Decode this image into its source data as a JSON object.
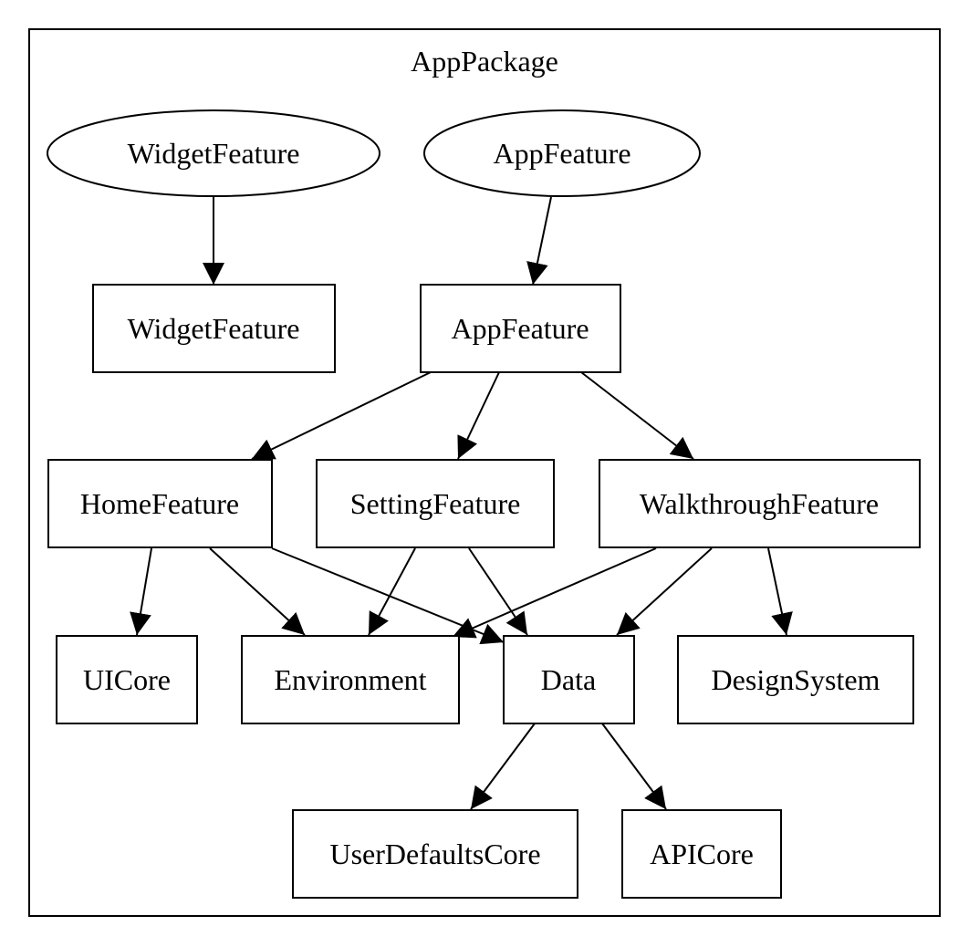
{
  "cluster": {
    "label": "AppPackage"
  },
  "nodes": {
    "widget_feature_product": {
      "label": "WidgetFeature",
      "shape": "ellipse"
    },
    "app_feature_product": {
      "label": "AppFeature",
      "shape": "ellipse"
    },
    "widget_feature": {
      "label": "WidgetFeature",
      "shape": "box"
    },
    "app_feature": {
      "label": "AppFeature",
      "shape": "box"
    },
    "home_feature": {
      "label": "HomeFeature",
      "shape": "box"
    },
    "setting_feature": {
      "label": "SettingFeature",
      "shape": "box"
    },
    "walkthrough_feature": {
      "label": "WalkthroughFeature",
      "shape": "box"
    },
    "ui_core": {
      "label": "UICore",
      "shape": "box"
    },
    "environment": {
      "label": "Environment",
      "shape": "box"
    },
    "data": {
      "label": "Data",
      "shape": "box"
    },
    "design_system": {
      "label": "DesignSystem",
      "shape": "box"
    },
    "user_defaults_core": {
      "label": "UserDefaultsCore",
      "shape": "box"
    },
    "api_core": {
      "label": "APICore",
      "shape": "box"
    }
  },
  "edges": [
    {
      "from": "widget_feature_product",
      "to": "widget_feature"
    },
    {
      "from": "app_feature_product",
      "to": "app_feature"
    },
    {
      "from": "app_feature",
      "to": "home_feature"
    },
    {
      "from": "app_feature",
      "to": "setting_feature"
    },
    {
      "from": "app_feature",
      "to": "walkthrough_feature"
    },
    {
      "from": "home_feature",
      "to": "ui_core"
    },
    {
      "from": "home_feature",
      "to": "environment"
    },
    {
      "from": "home_feature",
      "to": "data"
    },
    {
      "from": "setting_feature",
      "to": "environment"
    },
    {
      "from": "setting_feature",
      "to": "data"
    },
    {
      "from": "walkthrough_feature",
      "to": "environment"
    },
    {
      "from": "walkthrough_feature",
      "to": "data"
    },
    {
      "from": "walkthrough_feature",
      "to": "design_system"
    },
    {
      "from": "data",
      "to": "user_defaults_core"
    },
    {
      "from": "data",
      "to": "api_core"
    }
  ]
}
